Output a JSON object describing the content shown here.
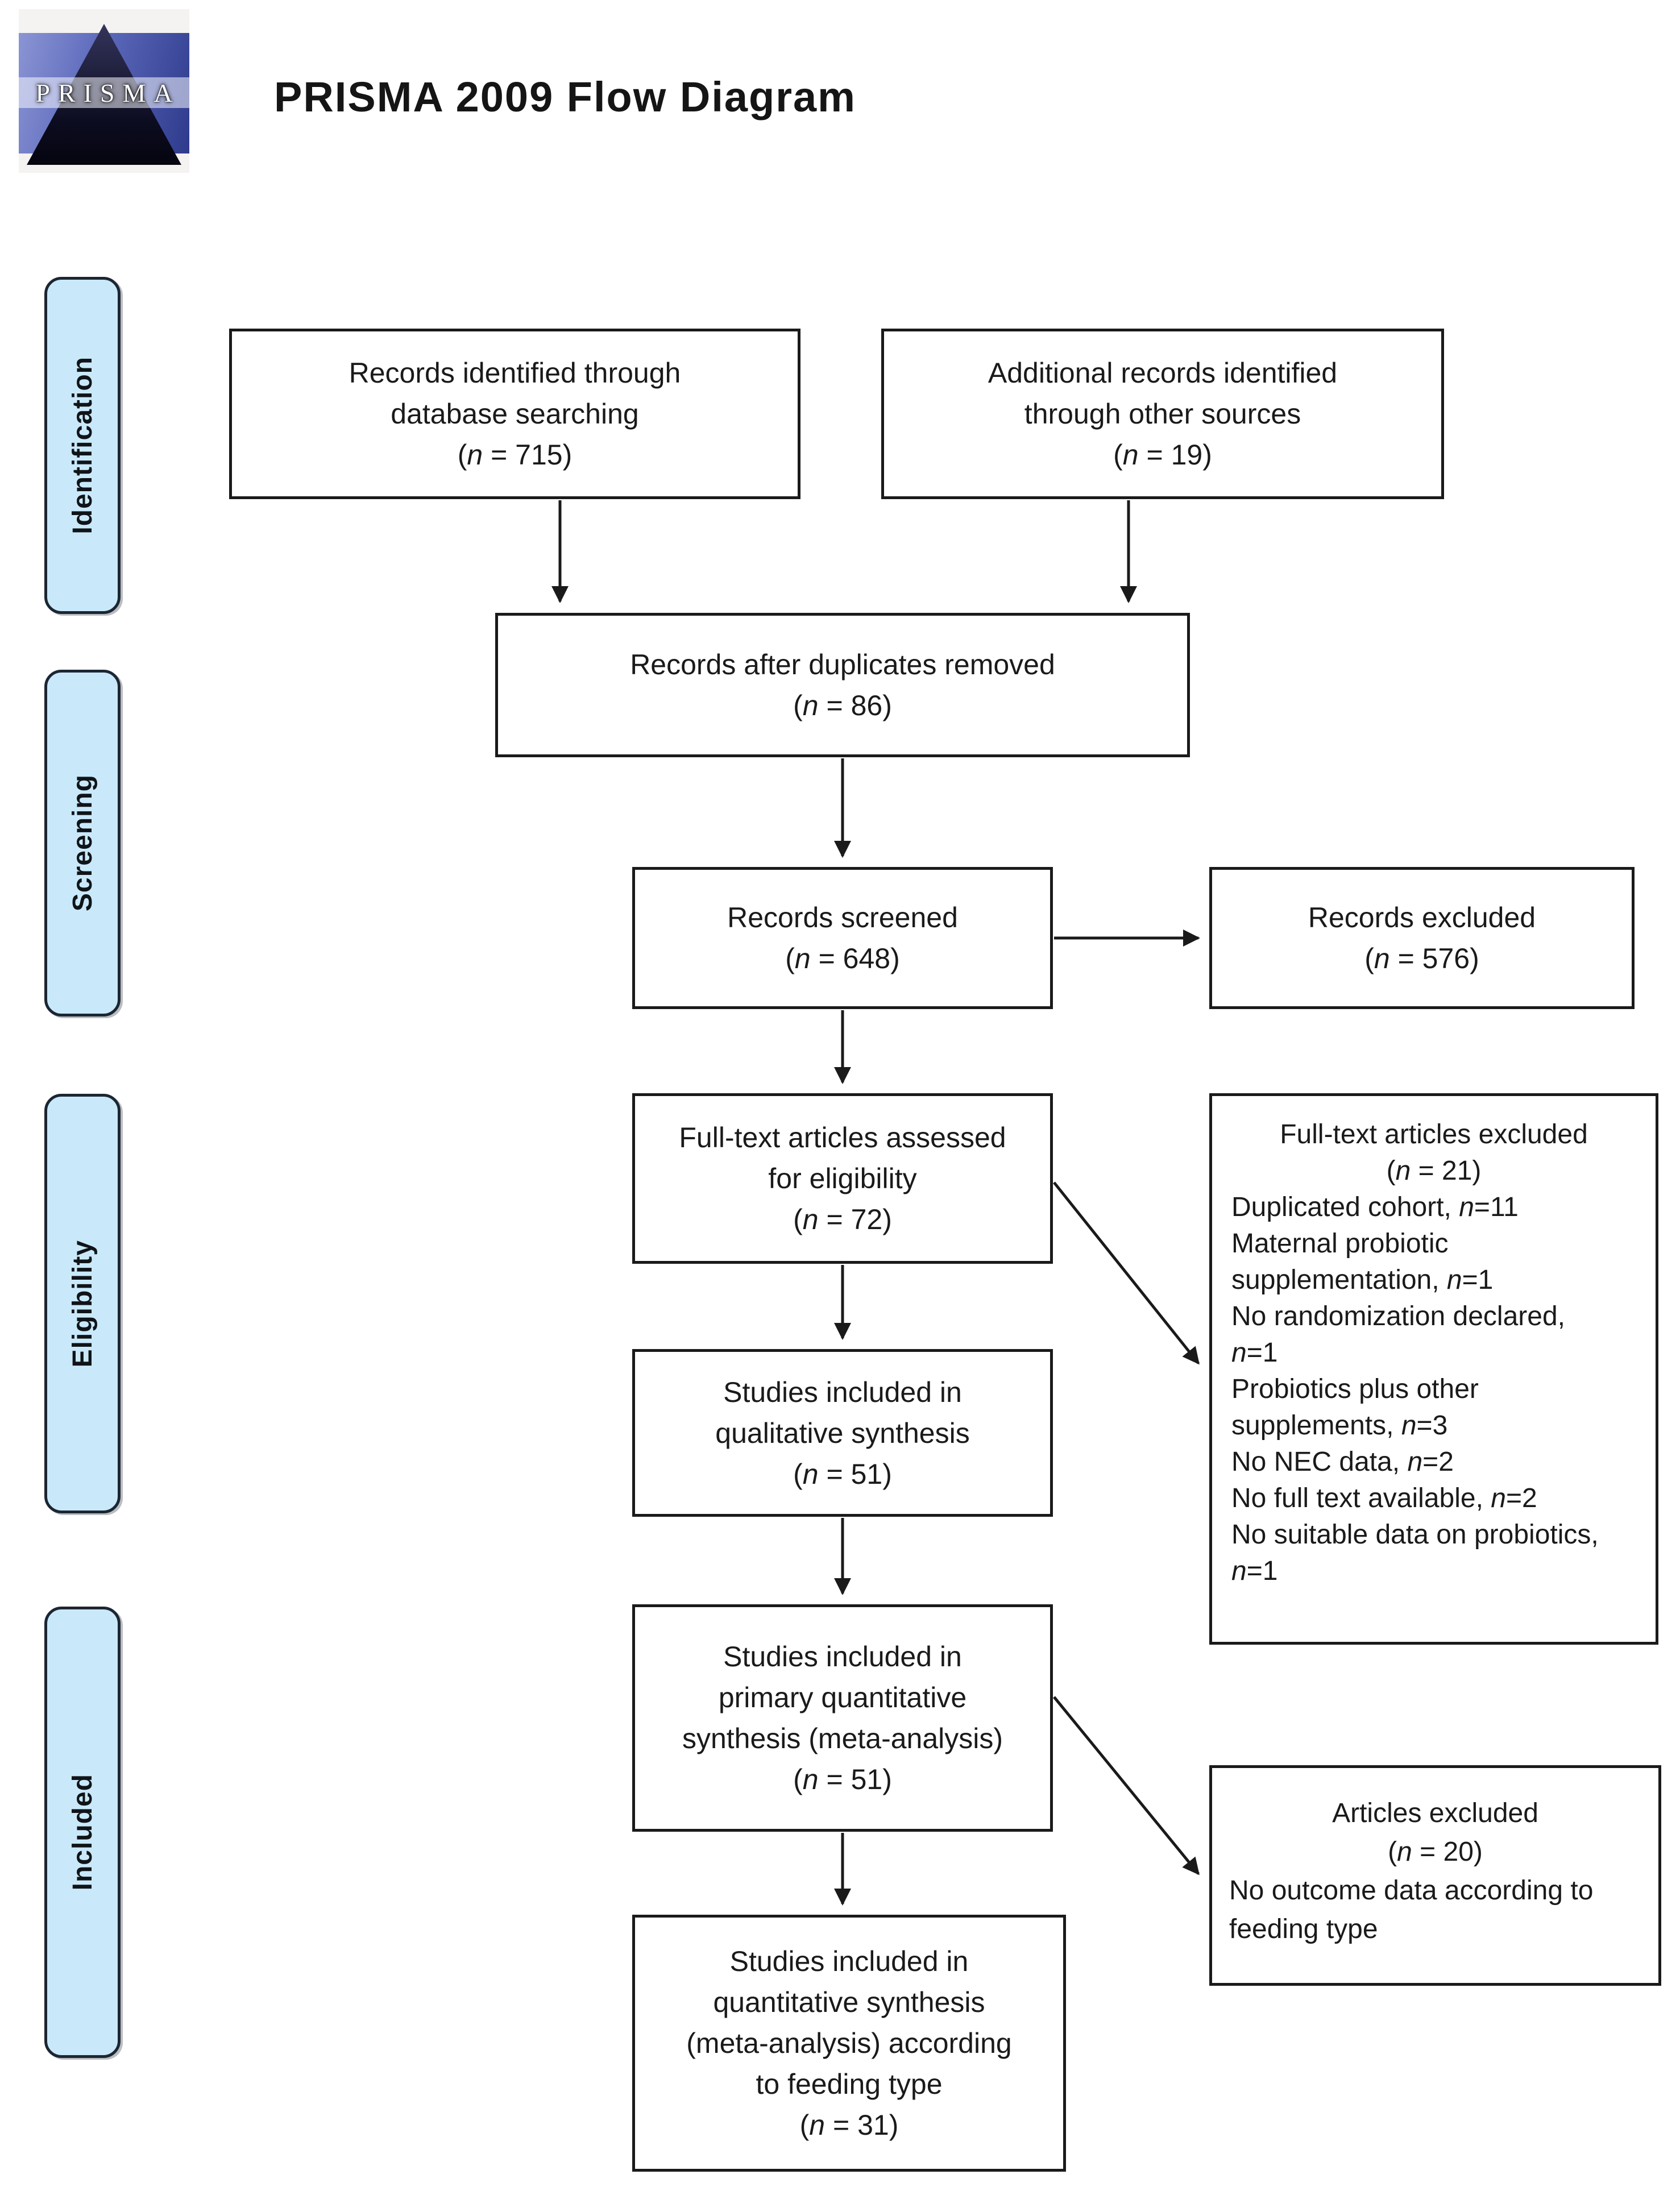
{
  "page": {
    "title": "PRISMA 2009 Flow Diagram"
  },
  "logo": {
    "label": "PRISMA"
  },
  "colors": {
    "stage-fill": "#c9e9fb",
    "stage-border": "#1c2633",
    "box-border": "#1a1a1a",
    "arrow": "#1a1a1a",
    "logo-blue-light": "#8b95d4",
    "logo-blue-dark": "#2e3a8c"
  },
  "stages": {
    "items": [
      {
        "label": "Identification"
      },
      {
        "label": "Screening"
      },
      {
        "label": "Eligibility"
      },
      {
        "label": "Included"
      }
    ]
  },
  "boxes": {
    "identified": {
      "lines": [
        "Records identified through",
        "database searching"
      ],
      "count": {
        "pre": "(",
        "n": "n",
        "post": " = 715)"
      }
    },
    "additional": {
      "lines": [
        "Additional records identified",
        "through other sources"
      ],
      "count": {
        "pre": "(",
        "n": "n",
        "post": " = 19)"
      }
    },
    "deduplicated": {
      "lines": [
        "Records after duplicates removed"
      ],
      "count": {
        "pre": "(",
        "n": "n",
        "post": " = 86)"
      }
    },
    "screened": {
      "lines": [
        "Records screened"
      ],
      "count": {
        "pre": "(",
        "n": "n",
        "post": " = 648)"
      }
    },
    "records_excluded": {
      "lines": [
        "Records excluded"
      ],
      "count": {
        "pre": "(",
        "n": "n",
        "post": " = 576)"
      }
    },
    "fulltext_assessed": {
      "lines": [
        "Full-text articles assessed",
        "for eligibility"
      ],
      "count": {
        "pre": "(",
        "n": "n",
        "post": " = 72)"
      }
    },
    "fulltext_excluded": {
      "lines": [
        "Full-text articles excluded"
      ],
      "count": {
        "pre": "(",
        "n": "n",
        "post": " = 21)"
      },
      "reasons": [
        {
          "pre": "Duplicated cohort, ",
          "n": "n",
          "post": "=11"
        },
        {
          "pre": "Maternal probiotic supplementation, ",
          "n": "n",
          "post": "=1"
        },
        {
          "pre": "No randomization declared, ",
          "n": "n",
          "post": "=1"
        },
        {
          "pre": "Probiotics plus other supplements, ",
          "n": "n",
          "post": "=3"
        },
        {
          "pre": "No NEC data, ",
          "n": "n",
          "post": "=2"
        },
        {
          "pre": "No full text available, ",
          "n": "n",
          "post": "=2"
        },
        {
          "pre": "No suitable data on probiotics, ",
          "n": "n",
          "post": "=1"
        }
      ]
    },
    "qualitative": {
      "lines": [
        "Studies included in",
        "qualitative synthesis"
      ],
      "count": {
        "pre": "(",
        "n": "n",
        "post": " = 51)"
      }
    },
    "primary_quantitative": {
      "lines": [
        "Studies included in",
        "primary quantitative",
        "synthesis (meta-analysis)"
      ],
      "count": {
        "pre": "(",
        "n": "n",
        "post": " = 51)"
      }
    },
    "articles_excluded": {
      "lines": [
        "Articles excluded"
      ],
      "count": {
        "pre": "(",
        "n": "n",
        "post": " = 20)"
      },
      "reasons": [
        {
          "pre": "No outcome data according to feeding type",
          "n": "",
          "post": ""
        }
      ]
    },
    "feeding_quantitative": {
      "lines": [
        "Studies included in",
        "quantitative synthesis",
        "(meta-analysis) according",
        "to feeding type"
      ],
      "count": {
        "pre": "(",
        "n": "n",
        "post": " = 31)"
      }
    }
  }
}
